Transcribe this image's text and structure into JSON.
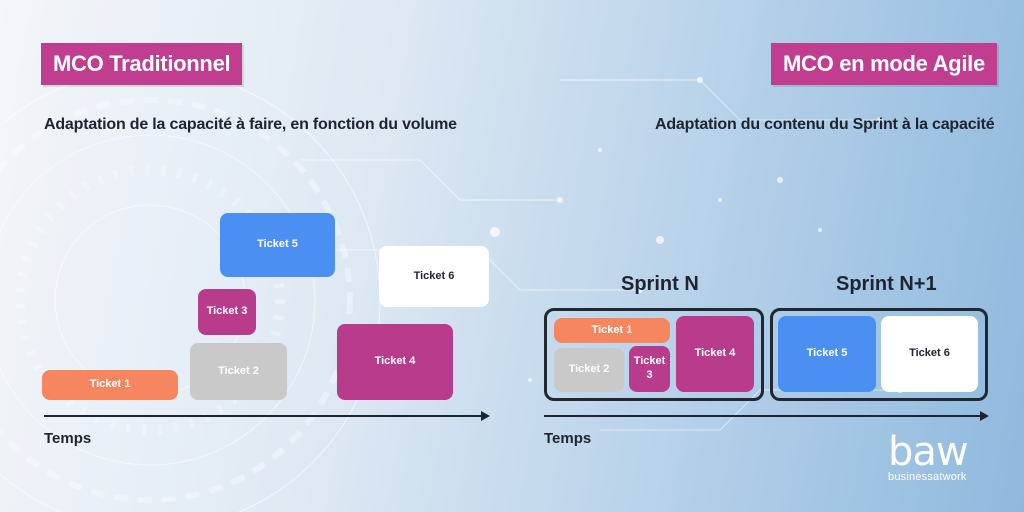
{
  "left": {
    "badge": "MCO Traditionnel",
    "subtitle": "Adaptation de la capacité à faire, en fonction du volume",
    "axis_label": "Temps",
    "tickets": [
      "Ticket 1",
      "Ticket 2",
      "Ticket 3",
      "Ticket 5",
      "Ticket 4",
      "Ticket 6"
    ]
  },
  "right": {
    "badge": "MCO en mode Agile",
    "subtitle": "Adaptation du contenu du Sprint à la capacité",
    "axis_label": "Temps",
    "sprint_n": {
      "label": "Sprint N",
      "tickets": [
        "Ticket 1",
        "Ticket 2",
        "Ticket 3",
        "Ticket 4"
      ]
    },
    "sprint_n1": {
      "label": "Sprint N+1",
      "tickets": [
        "Ticket 5",
        "Ticket 6"
      ]
    }
  },
  "logo": {
    "main": "baw",
    "sub": "businessatwork"
  },
  "colors": {
    "badge": "#c13d8f",
    "orange": "#f58660",
    "gray": "#c9c9c9",
    "purple": "#b83b8c",
    "blue": "#4b8ff2",
    "white": "#ffffff"
  }
}
